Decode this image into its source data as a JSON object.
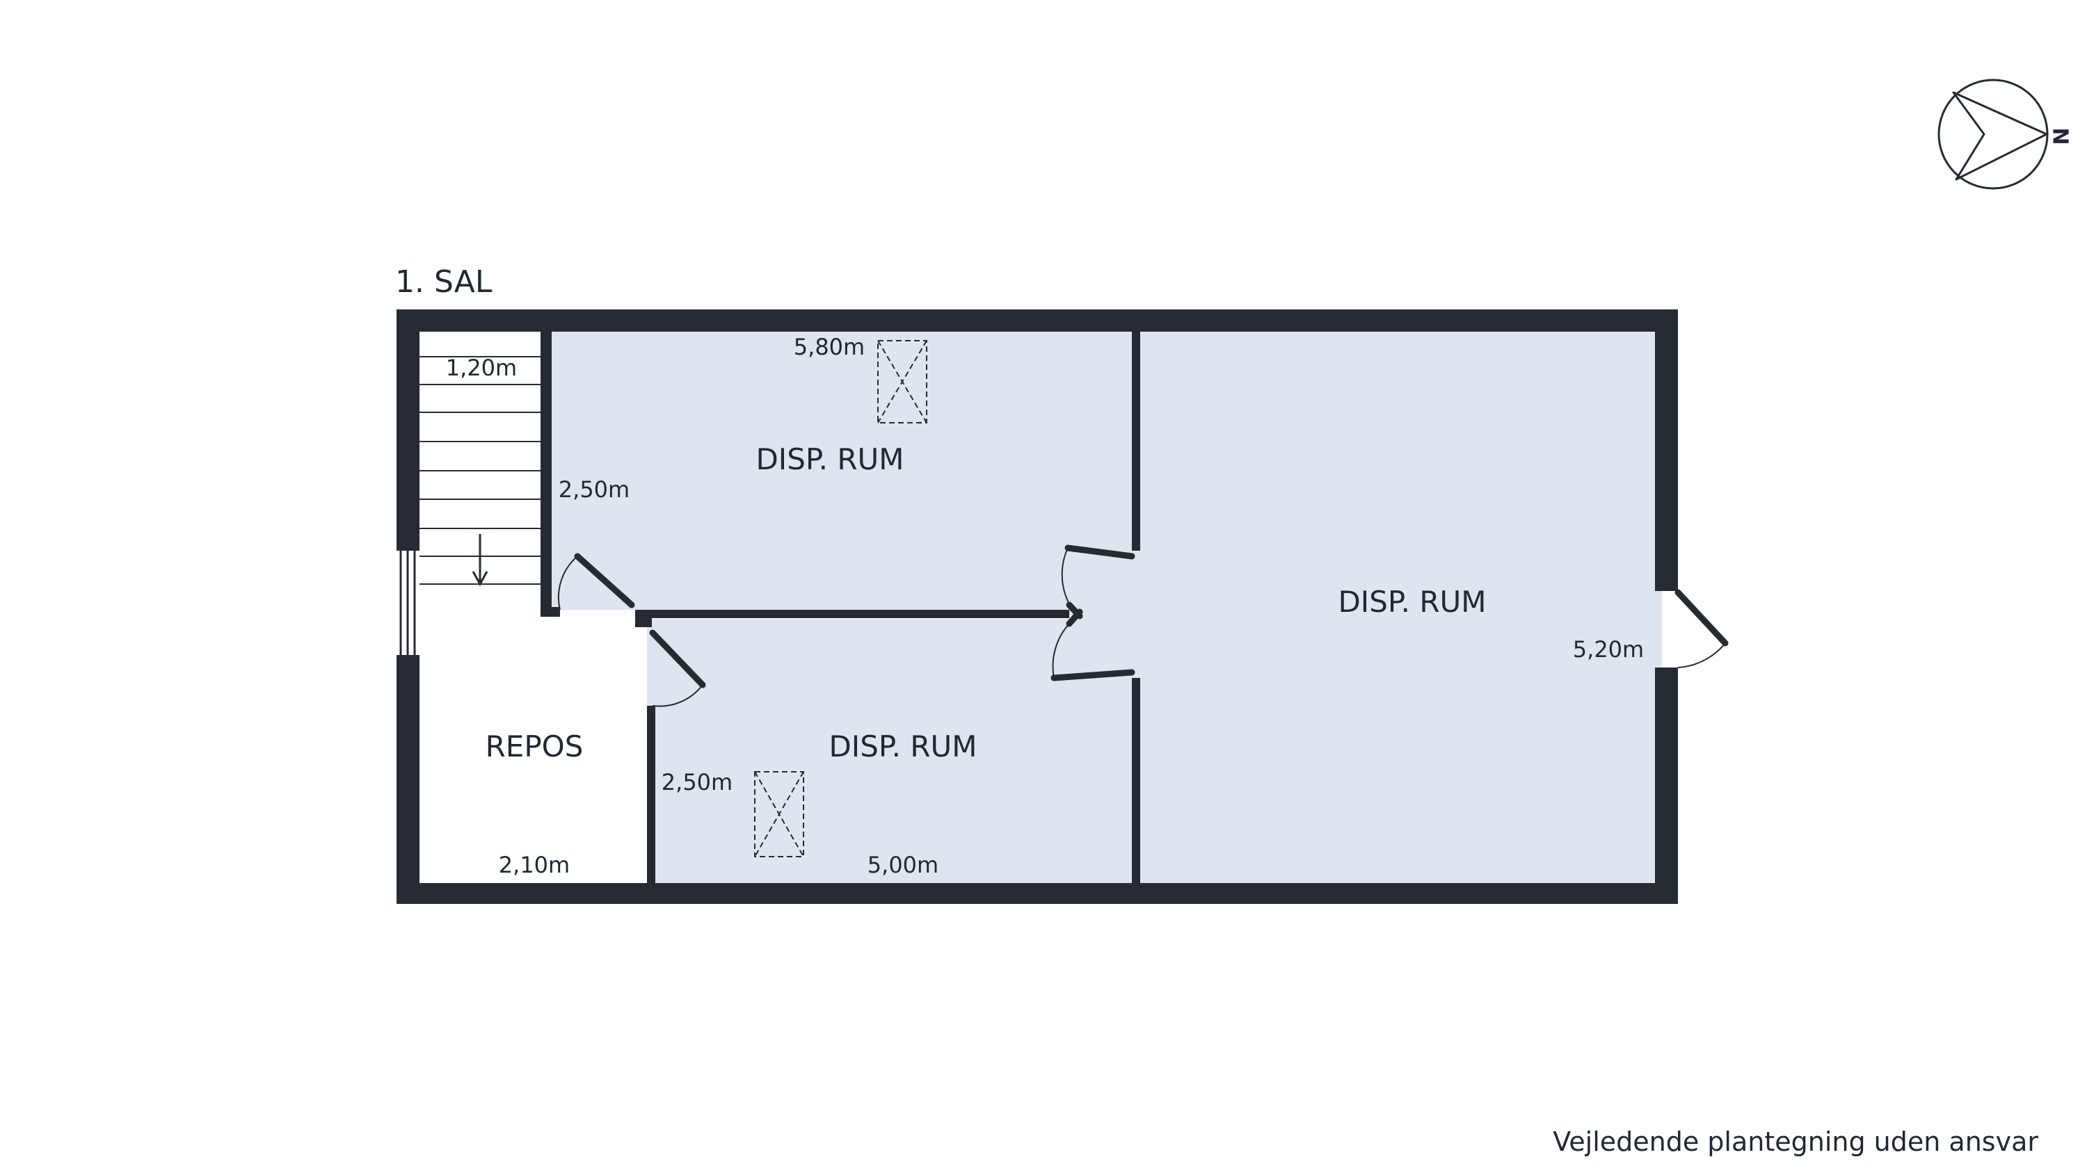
{
  "floor_title": "1. SAL",
  "rooms": [
    {
      "id": "disp1",
      "label": "DISP. RUM"
    },
    {
      "id": "disp2",
      "label": "DISP. RUM"
    },
    {
      "id": "disp3",
      "label": "DISP. RUM"
    },
    {
      "id": "repos",
      "label": "REPOS"
    }
  ],
  "dimensions": {
    "stair_width": "1,20m",
    "disp1_width": "5,80m",
    "disp1_depth": "2,50m",
    "disp2_depth": "2,50m",
    "disp2_width": "5,00m",
    "repos_width": "2,10m",
    "disp3_depth": "5,20m"
  },
  "compass": {
    "north": "N",
    "icon": "compass-north-icon"
  },
  "footer": "Vejledende plantegning uden ansvar",
  "colors": {
    "wall": "#262a33",
    "room_fill": "#dfe5ee",
    "line": "#262a33"
  }
}
